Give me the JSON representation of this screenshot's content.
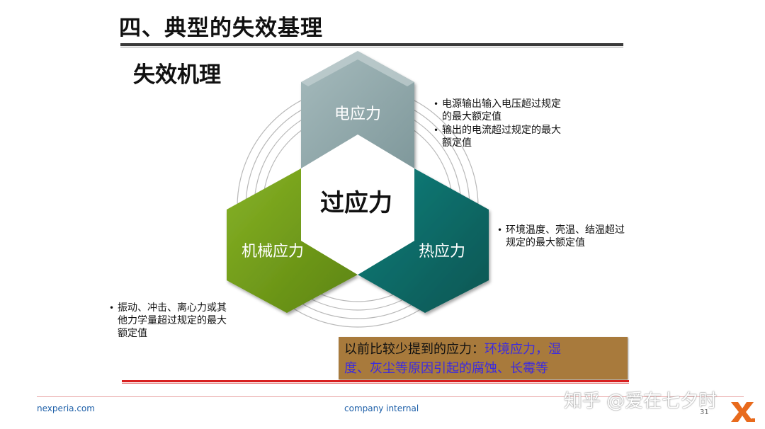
{
  "page": {
    "title": "四、典型的失效基理",
    "subtitle": "失效机理"
  },
  "diagram": {
    "center_label": "过应力",
    "petals": [
      {
        "label": "电应力",
        "color": "#8fa7aa",
        "notes": [
          "电源输出输入电压超过规定的最大额定值",
          "输出的电流超过规定的最大额定值"
        ]
      },
      {
        "label": "热应力",
        "color": "#0e6b68",
        "notes": [
          "环境温度、壳温、结温超过规定的最大额定值"
        ]
      },
      {
        "label": "机械应力",
        "color": "#709d14",
        "notes": [
          "振动、冲击、离心力或其他力学量超过规定的最大额定值"
        ]
      }
    ]
  },
  "callout": {
    "prefix": "以前比较少提到的应力：",
    "highlight_1": "环境应力，湿",
    "highlight_2": "度、灰尘等原因引起的腐蚀、长霉等"
  },
  "footer": {
    "left": "nexperia.com",
    "center": "company internal",
    "page_number": "31",
    "watermark": "知乎 @爱在七夕时"
  },
  "colors": {
    "callout_bg": "#a87a3c",
    "callout_highlight": "#3b2be0",
    "footer_link": "#1d5fa8",
    "logo_orange": "#e86a1c",
    "red_rule": "#d81e1e"
  }
}
